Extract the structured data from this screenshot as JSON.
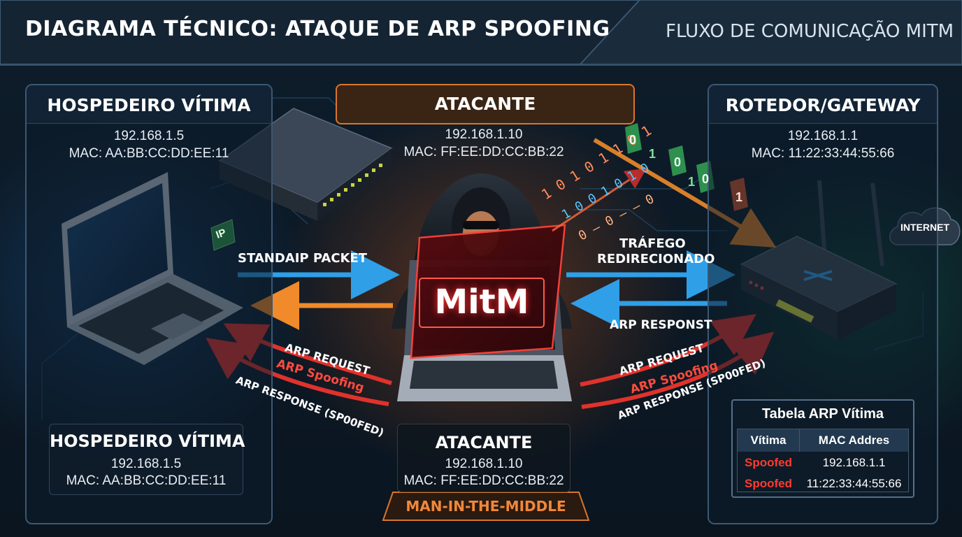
{
  "header": {
    "title": "DIAGRAMA TÉCNICO: ATAQUE DE ARP SPOOFING",
    "subtitle": "FLUXO DE COMUNICAÇÃO MITM"
  },
  "victim_panel": {
    "title": "HOSPEDEIRO VÍTIMA",
    "ip": "192.168.1.5",
    "mac": "MAC: AA:BB:CC:DD:EE:11"
  },
  "attacker_panel": {
    "title": "ATACANTE",
    "ip": "192.168.1.10",
    "mac": "MAC: FF:EE:DD:CC:BB:22"
  },
  "gateway_panel": {
    "title": "ROTEDOR/GATEWAY",
    "ip": "192.168.1.1",
    "mac": "MAC: 11:22:33:44:55:66"
  },
  "victim_card": {
    "title": "HOSPEDEIRO VÍTIMA",
    "ip": "192.168.1.5",
    "mac": "MAC: AA:BB:CC:DD:EE:11"
  },
  "attacker_card": {
    "title": "ATACANTE",
    "ip": "192.168.1.10",
    "mac": "MAC: FF:EE:DD:CC:BB:22",
    "badge": "MAN-IN-THE-MIDDLE"
  },
  "screen_label": "MitM",
  "ip_tag": "IP",
  "internet_label": "INTERNET",
  "flows": {
    "left_packet": "STANDAIP PACKET",
    "left_request": "ARP REQUEST",
    "left_spoofing": "ARP Spoofing",
    "left_response": "ARP RESPONSE (SP00FED)",
    "right_traffic_1": "TRÁFEGO",
    "right_traffic_2": "REDIRECIONADO",
    "right_respons": "ARP RESPONST",
    "right_request": "ARP REQUEST",
    "right_spoofing": "ARP Spoofing",
    "right_response": "ARP RESPONSE (SP00FED)"
  },
  "binary_stream": [
    "1 0 1 0 1 1 0 1",
    "1 0 0 1 0 1 0",
    "0 — 0 — — 0"
  ],
  "file_tiles": [
    "0",
    "1",
    "0",
    "1",
    "0",
    "1"
  ],
  "arp_table": {
    "title": "Tabela ARP Vítima",
    "columns": [
      "Vítima",
      "MAC Addres"
    ],
    "rows": [
      {
        "status": "Spoofed",
        "value": "192.168.1.1"
      },
      {
        "status": "Spoofed",
        "value": "11:22:33:44:55:66"
      }
    ]
  },
  "colors": {
    "blue_arrow": "#2f9fe8",
    "orange_arrow": "#f08a2a",
    "red_arrow": "#e0322c",
    "spoof_text": "#ff4a3d",
    "panel_border": "#3c5873",
    "attacker_accent": "#d9762a",
    "table_status": "#ff3b30"
  },
  "icons": [
    "laptop-icon",
    "network-switch-icon",
    "hooded-hacker-icon",
    "router-icon",
    "cloud-icon",
    "file-icon"
  ]
}
